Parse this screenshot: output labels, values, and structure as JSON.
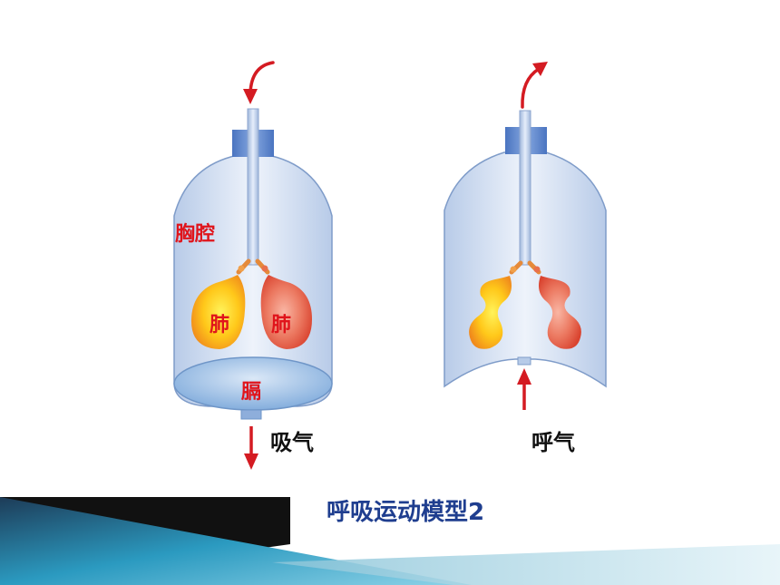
{
  "title": "呼吸运动模型2",
  "labels": {
    "chest_cavity": "胸腔",
    "lung_left": "肺",
    "lung_right": "肺",
    "diaphragm": "膈",
    "inhale": "吸气",
    "exhale": "呼气"
  },
  "colors": {
    "arrow": "#d41b22",
    "label_red": "#e0141b",
    "title": "#1f3e8f",
    "bottle_cap": "#5a85cc",
    "lung_yellow": "#ffd21f",
    "lung_red": "#e85a45"
  }
}
